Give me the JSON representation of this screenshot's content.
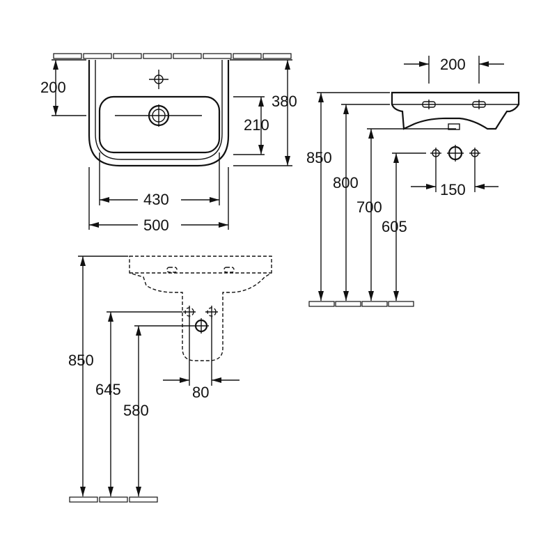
{
  "top_view": {
    "dim_depth": "200",
    "dim_outer_depth": "380",
    "dim_bowl_depth": "210",
    "dim_inner_width": "430",
    "dim_outer_width": "500"
  },
  "side_view": {
    "dim_overflow_spacing": "200",
    "dim_height_rim": "850",
    "dim_height_bowl": "800",
    "dim_height_bottom": "700",
    "dim_height_supply": "605",
    "dim_supply_spacing": "150"
  },
  "front_view": {
    "dim_height_rim": "850",
    "dim_height_upper": "645",
    "dim_height_lower": "580",
    "dim_drain_offset": "80"
  }
}
